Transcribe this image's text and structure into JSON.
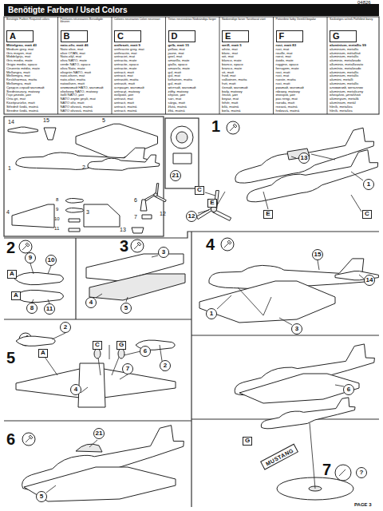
{
  "diagram": {
    "title": "Benötigte Farben / Used Colors",
    "nodes": [
      {
        "text": [
          "A"
        ]
      },
      {
        "text": [
          "B"
        ]
      },
      {
        "text": [
          "C"
        ]
      },
      {
        "text": [
          "D"
        ]
      },
      {
        "text": [
          "E"
        ]
      },
      {
        "text": [
          "F"
        ]
      },
      {
        "text": [
          "G"
        ]
      },
      {
        "text": [
          "21"
        ]
      },
      {
        "text": [
          "13"
        ]
      },
      {
        "text": [
          "1"
        ]
      },
      {
        "text": [
          "C"
        ]
      },
      {
        "text": [
          "12"
        ]
      },
      {
        "text": [
          "E"
        ]
      },
      {
        "text": [
          "E"
        ]
      },
      {
        "text": [
          "C"
        ]
      },
      {
        "text": [
          "9"
        ]
      },
      {
        "text": [
          "10"
        ]
      },
      {
        "text": [
          "A"
        ]
      },
      {
        "text": [
          "A"
        ]
      },
      {
        "text": [
          "8"
        ]
      },
      {
        "text": [
          "11"
        ]
      },
      {
        "text": [
          "3"
        ]
      },
      {
        "text": [
          "4"
        ]
      },
      {
        "text": [
          "5"
        ]
      },
      {
        "text": [
          "15"
        ]
      },
      {
        "text": [
          "1"
        ]
      },
      {
        "text": [
          "14"
        ]
      },
      {
        "text": [
          "3"
        ]
      },
      {
        "text": [
          "2"
        ]
      },
      {
        "text": [
          "C"
        ]
      },
      {
        "text": [
          "G"
        ]
      },
      {
        "text": [
          "6"
        ]
      },
      {
        "text": [
          "A"
        ]
      },
      {
        "text": [
          "7"
        ]
      },
      {
        "text": [
          "2"
        ]
      },
      {
        "text": [
          "4"
        ]
      },
      {
        "text": [
          "6"
        ]
      },
      {
        "text": [
          "21"
        ]
      },
      {
        "text": [
          "5"
        ]
      },
      {
        "text": [
          "G"
        ]
      },
      {
        "text": [
          "MUSTANG"
        ]
      },
      {
        "text": [
          "?"
        ]
      }
    ],
    "labels": [
      "04826",
      "Benötigte Farben Required colors",
      "Peintures nécessaires Benodigde kleuren",
      "Colores necesarios Colori necessari",
      "Tintas necessárias Nödvändiga färger",
      "Nødvendige farver Tarvittavat värit",
      "Potrzebne farby Gerekli boyalar",
      "Szükséges színek Potřebné barvy",
      "Mittelgrau, matt 43",
      "Medium grey, mat",
      "Gris moyen, mat",
      "Middelgrijs, mat",
      "Gris medio, mate",
      "Grigio medio, opaco",
      "Cinzento médio, mate",
      "Mellangrå, matt",
      "Mellemgrå, mat",
      "Keskiharmaa, matta",
      "Mellomgrå, matt",
      "Средне-серый матовый",
      "Średnioszary, matowy",
      "Γκρι μεσαίο, ματ",
      "Orta gri, mat",
      "Középszürke, matt",
      "Středně šedá, matná",
      "Stredne šedá, matná",
      "nato-oliv, matt 46",
      "Nato olive, mat",
      "olive OTAN, mat",
      "Nato-olijf, mat",
      "oliva NATO, mate",
      "verde NATO, opaco",
      "oliva Nato, mate",
      "olivgrön NATO, matt",
      "nato-oliven, mat",
      "nato-oliivi, matta",
      "natooliven, matt",
      "оливковый НАТО, матовый",
      "oliwkowy NATO, matowy",
      "λαδί NATO, ματ",
      "NATO zeytin yeşili, mat",
      "NATO olív, matt",
      "NATO olivová, matná",
      "NATO olivová, matná",
      "anthrazit, matt 9",
      "anthracite grey, mat",
      "anthracite, mat",
      "antraciet, mat",
      "antracita, mate",
      "antracite, opaco",
      "antracite, mate",
      "antracit, matt",
      "antracit, mat",
      "antrasiitti, matta",
      "antrasitt, matt",
      "антрацит, матовый",
      "antracyt, matowy",
      "ανθρακί, ματ",
      "antrasit, mat",
      "antracit, matt",
      "antracit, matná",
      "antracit, matná",
      "gelb, matt 15",
      "yellow, mat",
      "jaune, mat",
      "geel, mat",
      "amarillo, mate",
      "giallo, opaco",
      "amarelo, mate",
      "gul, matt",
      "gul, mat",
      "keltainen, matta",
      "gul, matt",
      "жёлтый, матовый",
      "żółty, matowy",
      "κίτρινο, ματ",
      "sarı, mat",
      "sárga, matt",
      "žlutá, matná",
      "žltá, matná",
      "weiß, matt 5",
      "white, mat",
      "blanc, mat",
      "wit, mat",
      "blanco, mate",
      "bianco, opaco",
      "branco, mate",
      "vit, matt",
      "hvid, mat",
      "valkoinen, matta",
      "hvit, matt",
      "белый, матовый",
      "biały, matowy",
      "λευκό, ματ",
      "beyaz, mat",
      "fehér, matt",
      "bílá, matná",
      "biela, matná",
      "rost, matt 83",
      "rust, mat",
      "rouille, mat",
      "roest, mat",
      "óxido, mate",
      "ruggine, opaco",
      "ferrugem, mate",
      "rost, matt",
      "rust, mat",
      "ruoste, matta",
      "rust, matt",
      "ржавый, матовый",
      "rdzawy, matowy",
      "σκουριά, ματ",
      "pas rengi, mat",
      "rozsda, matt",
      "rezavá, matná",
      "hrdzavá, matná",
      "aluminium, metallic 99",
      "aluminium, metallic",
      "aluminium, métallisé",
      "aluminium, metallic",
      "aluminio, metalizado",
      "alluminio, metallizzato",
      "alumínio, metalizado",
      "aluminium, metallic",
      "aluminium, metallic",
      "alumiini, metalli",
      "aluminium, metallic",
      "алюминий, металлик",
      "aluminium, metaliczny",
      "αλουμίνιο, μεταλλικό",
      "alüminyum, metalik",
      "alumínium, metál",
      "hliník, metalíza",
      "hliník, metalíza",
      "1",
      "2",
      "3",
      "4",
      "5",
      "6",
      "7",
      "14",
      "15",
      "5",
      "1",
      "2",
      "4",
      "3",
      "8",
      "9",
      "10",
      "11",
      "6",
      "7",
      "12",
      "13",
      "PAGE 3"
    ]
  }
}
